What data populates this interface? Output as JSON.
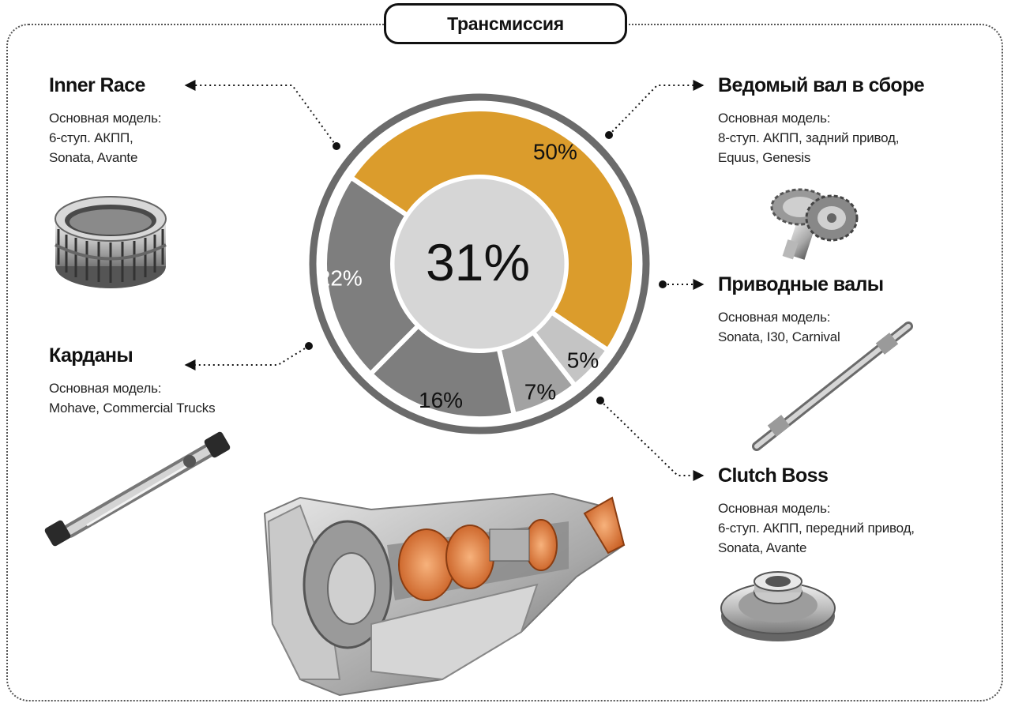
{
  "title": "Трансмиссия",
  "center_value": "31%",
  "colors": {
    "accent": "#DB9C2C",
    "ring": "#6B6B6B",
    "gray_light": "#C4C4C4",
    "gray_mid": "#A2A2A2",
    "gray_dark": "#7E7E7E",
    "center": "#D6D6D6"
  },
  "chart_data": {
    "type": "pie",
    "segments": [
      {
        "label": "50%",
        "value": 50
      },
      {
        "label": "5%",
        "value": 5
      },
      {
        "label": "7%",
        "value": 7
      },
      {
        "label": "16%",
        "value": 16
      },
      {
        "label": "22%",
        "value": 22
      }
    ]
  },
  "parts": {
    "inner_race": {
      "name": "Inner Race",
      "lines": [
        "Основная модель:",
        "6-ступ. АКПП,",
        "Sonata, Avante"
      ],
      "icon": "ring-gear-icon"
    },
    "kardany": {
      "name": "Карданы",
      "lines": [
        "Основная модель:",
        "Mohave, Commercial Trucks"
      ],
      "icon": "propeller-shaft-icon"
    },
    "driven_shaft": {
      "name": "Ведомый вал в сборе",
      "lines": [
        "Основная модель:",
        "8-ступ. АКПП, задний привод,",
        "Equus, Genesis"
      ],
      "icon": "gear-shaft-icon"
    },
    "drive_shafts": {
      "name": "Приводные валы",
      "lines": [
        "Основная модель:",
        "Sonata, I30, Carnival"
      ],
      "icon": "drive-shaft-icon"
    },
    "clutch_boss": {
      "name": "Clutch Boss",
      "lines": [
        "Основная модель:",
        "6-ступ. АКПП, передний привод,",
        "Sonata, Avante"
      ],
      "icon": "clutch-boss-icon"
    }
  },
  "transmission_icon": "transmission-cutaway-icon"
}
